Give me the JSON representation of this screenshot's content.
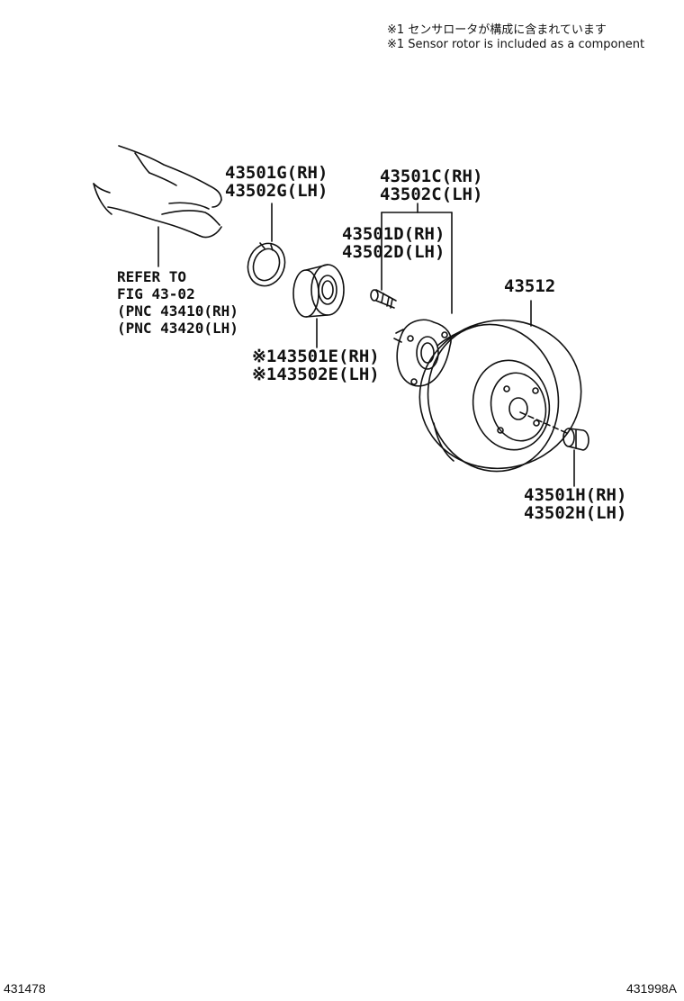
{
  "notes": {
    "line1": "※1 センサロータが構成に含まれています",
    "line2": "※1 Sensor rotor is included as a component"
  },
  "labels": {
    "g_rh": "43501G(RH)",
    "g_lh": "43502G(LH)",
    "c_rh": "43501C(RH)",
    "c_lh": "43502C(LH)",
    "d_rh": "43501D(RH)",
    "d_lh": "43502D(LH)",
    "disc": "43512",
    "e_rh": "※143501E(RH)",
    "e_lh": "※143502E(LH)",
    "h_rh": "43501H(RH)",
    "h_lh": "43502H(LH)"
  },
  "refer": {
    "line1": "REFER TO",
    "line2": "FIG 43-02",
    "line3": "(PNC 43410(RH)",
    "line4": "(PNC 43420(LH)"
  },
  "footer": {
    "left_code": "431478",
    "right_code": "431998A"
  }
}
